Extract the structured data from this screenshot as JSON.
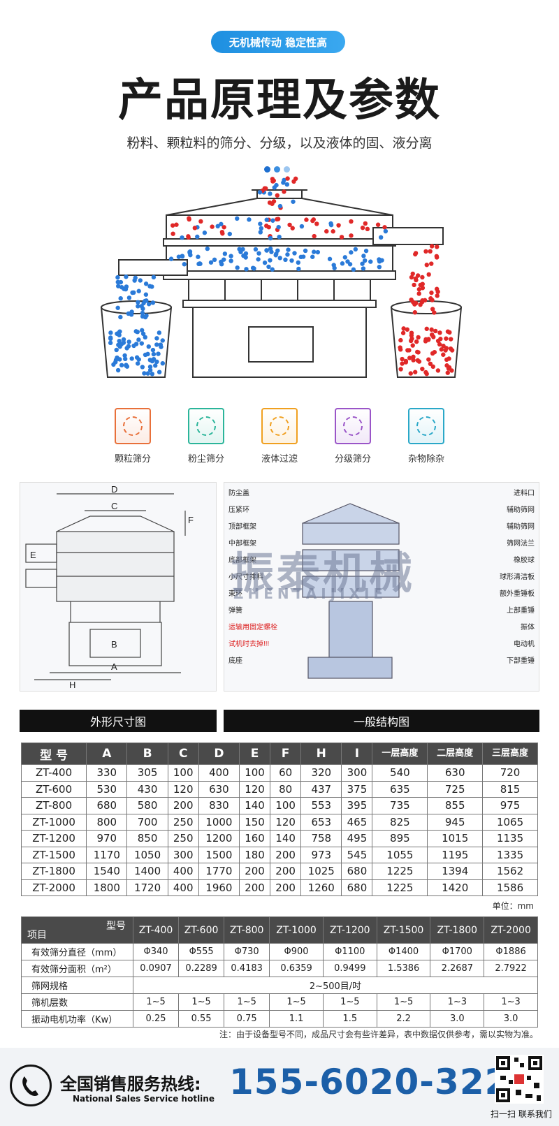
{
  "header": {
    "badge": "无机械传动 稳定性高",
    "title": "产品原理及参数",
    "subtitle": "粉料、颗粒料的筛分、分级，以及液体的固、液分离"
  },
  "dots": [
    "#1e6fd0",
    "#3a8ee0",
    "#9cc6f0"
  ],
  "features": [
    {
      "label": "颗粒筛分",
      "color": "#e8703a"
    },
    {
      "label": "粉尘筛分",
      "color": "#2bb59a"
    },
    {
      "label": "液体过滤",
      "color": "#f0a020"
    },
    {
      "label": "分级筛分",
      "color": "#9a55c8"
    },
    {
      "label": "杂物除杂",
      "color": "#2aa8c8"
    }
  ],
  "dimension_diagram": {
    "caption": "外形尺寸图",
    "labels": [
      "D",
      "C",
      "F",
      "E",
      "B",
      "A",
      "H"
    ]
  },
  "structure_diagram": {
    "caption": "一般结构图",
    "left_labels": [
      "防尘盖",
      "压紧环",
      "顶部框架",
      "中部框架",
      "底部框架",
      "小尺寸排料",
      "束环",
      "弹簧",
      "运输用固定螺栓",
      "试机时去掉!!!",
      "底座"
    ],
    "right_labels": [
      "进料口",
      "辅助筛网",
      "辅助筛网",
      "筛网法兰",
      "橡胶球",
      "球形清洁板",
      "额外重锤板",
      "上部重锤",
      "振体",
      "电动机",
      "下部重锤"
    ],
    "watermark": "振泰机械",
    "watermark_sub": "ZHENTAIJIXIE"
  },
  "dimension_table": {
    "headers": [
      "型 号",
      "A",
      "B",
      "C",
      "D",
      "E",
      "F",
      "H",
      "I",
      "一层高度",
      "二层高度",
      "三层高度"
    ],
    "rows": [
      [
        "ZT-400",
        "330",
        "305",
        "100",
        "400",
        "100",
        "60",
        "320",
        "300",
        "540",
        "630",
        "720"
      ],
      [
        "ZT-600",
        "530",
        "430",
        "120",
        "630",
        "120",
        "80",
        "437",
        "375",
        "635",
        "725",
        "815"
      ],
      [
        "ZT-800",
        "680",
        "580",
        "200",
        "830",
        "140",
        "100",
        "553",
        "395",
        "735",
        "855",
        "975"
      ],
      [
        "ZT-1000",
        "800",
        "700",
        "250",
        "1000",
        "150",
        "120",
        "653",
        "465",
        "825",
        "945",
        "1065"
      ],
      [
        "ZT-1200",
        "970",
        "850",
        "250",
        "1200",
        "160",
        "140",
        "758",
        "495",
        "895",
        "1015",
        "1135"
      ],
      [
        "ZT-1500",
        "1170",
        "1050",
        "300",
        "1500",
        "180",
        "200",
        "973",
        "545",
        "1055",
        "1195",
        "1335"
      ],
      [
        "ZT-1800",
        "1540",
        "1400",
        "400",
        "1770",
        "200",
        "200",
        "1025",
        "680",
        "1225",
        "1394",
        "1562"
      ],
      [
        "ZT-2000",
        "1800",
        "1720",
        "400",
        "1960",
        "200",
        "200",
        "1260",
        "680",
        "1225",
        "1420",
        "1586"
      ]
    ],
    "unit": "单位：mm"
  },
  "spec_table": {
    "corner_top": "型号",
    "corner_bottom": "项目",
    "models": [
      "ZT-400",
      "ZT-600",
      "ZT-800",
      "ZT-1000",
      "ZT-1200",
      "ZT-1500",
      "ZT-1800",
      "ZT-2000"
    ],
    "rows": [
      {
        "label": "有效筛分直径（mm）",
        "values": [
          "Φ340",
          "Φ555",
          "Φ730",
          "Φ900",
          "Φ1100",
          "Φ1400",
          "Φ1700",
          "Φ1886"
        ]
      },
      {
        "label": "有效筛分面积（m²）",
        "values": [
          "0.0907",
          "0.2289",
          "0.4183",
          "0.6359",
          "0.9499",
          "1.5386",
          "2.2687",
          "2.7922"
        ]
      },
      {
        "label": "筛网规格",
        "merged": "2~500目/吋"
      },
      {
        "label": "筛机层数",
        "values": [
          "1~5",
          "1~5",
          "1~5",
          "1~5",
          "1~5",
          "1~5",
          "1~3",
          "1~3"
        ]
      },
      {
        "label": "振动电机功率（Kw）",
        "values": [
          "0.25",
          "0.55",
          "0.75",
          "1.1",
          "1.5",
          "2.2",
          "3.0",
          "3.0"
        ]
      }
    ],
    "note": "注：由于设备型号不同，成品尺寸会有些许差异，表中数据仅供参考，需以实物为准。"
  },
  "footer": {
    "hotline_label": "全国销售服务热线:",
    "hotline_en": "National Sales Service hotline",
    "phone": "155-6020-3220",
    "qr_label": "扫一扫 联系我们"
  }
}
